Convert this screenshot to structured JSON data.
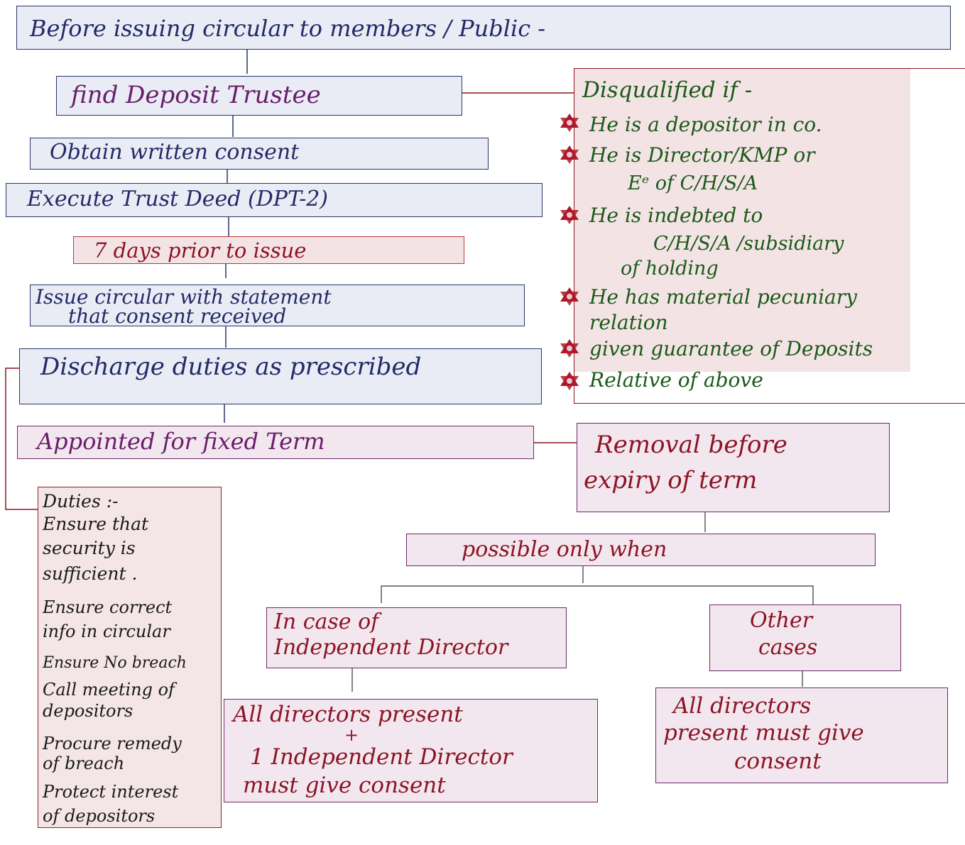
{
  "top": {
    "label": "Before issuing circular to members / Public -"
  },
  "steps": {
    "find": "find Deposit Trustee",
    "consent": "Obtain written consent",
    "deed": "Execute Trust Deed (DPT-2)",
    "days": "7 days prior to issue",
    "issue_line1": "Issue circular with statement",
    "issue_line2": "that consent received",
    "discharge": "Discharge duties as prescribed",
    "appointed": "Appointed for fixed Term"
  },
  "disqualified": {
    "title": "Disqualified if -",
    "items": [
      [
        "He is a depositor in co."
      ],
      [
        "He is Director/KMP or",
        "Eᵉ of C/H/S/A"
      ],
      [
        "He is indebted to",
        "C/H/S/A /subsidiary",
        "of holding"
      ],
      [
        "He has material pecuniary",
        "relation"
      ],
      [
        "given guarantee of Deposits"
      ],
      [
        "Relative of above"
      ]
    ]
  },
  "duties": {
    "title": "Duties :-",
    "lines": [
      "Ensure that",
      "security is",
      "sufficient .",
      "Ensure correct",
      "info in circular",
      "Ensure No breach",
      "Call meeting of",
      "depositors",
      "Procure remedy",
      "of breach",
      "Protect interest",
      "of depositors"
    ]
  },
  "removal": {
    "title_line1": "Removal before",
    "title_line2": "expiry of term",
    "possible": "possible only when",
    "independent_line1": "In case of",
    "independent_line2": "Independent Director",
    "other_line1": "Other",
    "other_line2": "cases",
    "indep_result_line1": "All directors present",
    "indep_result_plus": "+",
    "indep_result_line2": "1 Independent Director",
    "indep_result_line3": "must give consent",
    "other_result_line1": "All directors",
    "other_result_line2": "present must give",
    "other_result_line3": "consent"
  }
}
